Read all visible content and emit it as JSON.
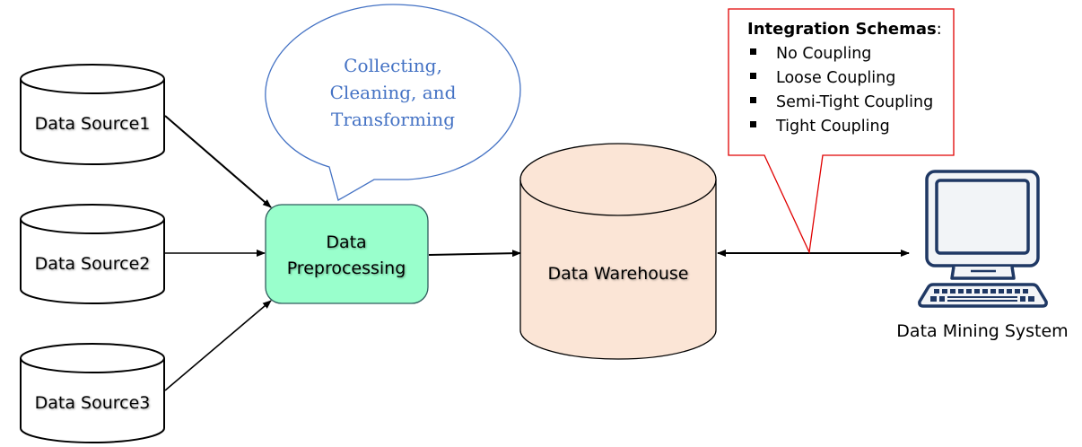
{
  "colors": {
    "line": "#000000",
    "preprocessing_fill": "#99FFCC",
    "preprocessing_stroke": "#2F5C5C",
    "warehouse_fill": "#FBE5D6",
    "bubble_stroke": "#4472C4",
    "bubble_text": "#4472C4",
    "callout_stroke": "#E00000",
    "computer_stroke": "#1F3864",
    "computer_fill": "#F2F4F7"
  },
  "sources": [
    {
      "label": "Data Source1"
    },
    {
      "label": "Data Source2"
    },
    {
      "label": "Data Source3"
    }
  ],
  "preprocessing": {
    "line1": "Data",
    "line2": "Preprocessing"
  },
  "bubble": {
    "lines": [
      "Collecting,",
      "Cleaning, and",
      "Transforming"
    ]
  },
  "warehouse": {
    "label": "Data Warehouse"
  },
  "callout": {
    "title": "Integration Schemas",
    "title_suffix": ":",
    "items": [
      "No Coupling",
      "Loose Coupling",
      "Semi-Tight Coupling",
      "Tight Coupling"
    ]
  },
  "mining_system": {
    "label": "Data Mining System",
    "icon": "desktop-computer-icon"
  }
}
